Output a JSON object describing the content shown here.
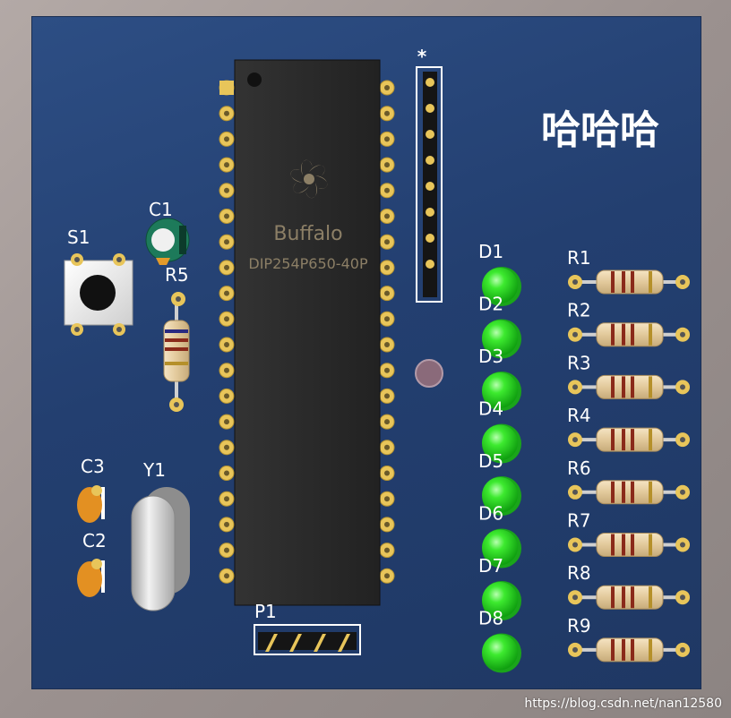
{
  "board": {
    "title": "哈哈哈",
    "chip": {
      "brand": "Buffalo",
      "part": "DIP254P650-40P"
    },
    "header_marker": "*",
    "components": {
      "s1": "S1",
      "c1": "C1",
      "r5": "R5",
      "c3": "C3",
      "c2": "C2",
      "y1": "Y1",
      "p1": "P1"
    },
    "leds": [
      "D1",
      "D2",
      "D3",
      "D4",
      "D5",
      "D6",
      "D7",
      "D8"
    ],
    "resistors": [
      "R1",
      "R2",
      "R3",
      "R4",
      "R6",
      "R7",
      "R8",
      "R9"
    ]
  },
  "watermark": "https://blog.csdn.net/nan12580",
  "colors": {
    "board": "#243f70",
    "pad": "#e8c55a",
    "led": "#22dd22",
    "chip": "#2a2a2a",
    "silkscreen": "#ffffff"
  }
}
